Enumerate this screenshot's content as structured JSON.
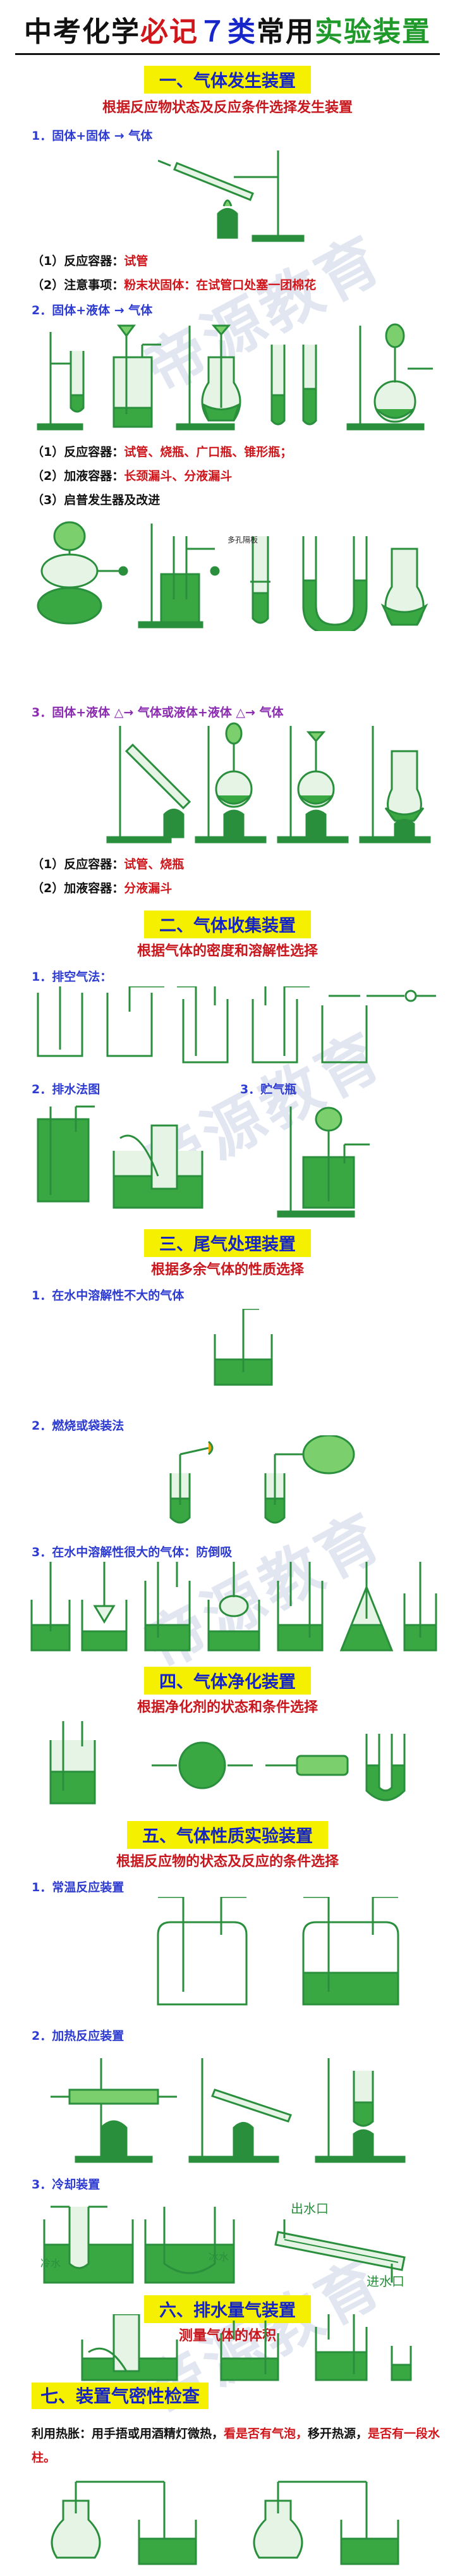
{
  "page": {
    "title_parts": [
      "中考化学",
      "必记",
      "７类",
      "常用",
      "实验装置"
    ]
  },
  "sections": [
    {
      "key": "s1",
      "heading": "一、气体发生装置",
      "subtitle": "根据反应物状态及反应条件选择发生装置"
    },
    {
      "key": "s2",
      "heading": "二、气体收集装置",
      "subtitle": "根据气体的密度和溶解性选择"
    },
    {
      "key": "s3",
      "heading": "三、尾气处理装置",
      "subtitle": "根据多余气体的性质选择"
    },
    {
      "key": "s4",
      "heading": "四、气体净化装置",
      "subtitle": "根据净化剂的状态和条件选择"
    },
    {
      "key": "s5",
      "heading": "五、气体性质实验装置",
      "subtitle": "根据反应物的状态及反应的条件选择"
    },
    {
      "key": "s6",
      "heading": "六、排水量气装置",
      "subtitle": "测量气体的体积"
    }
  ],
  "s1": {
    "sub1": "1．固体+固体 → 气体",
    "sub1_notes": {
      "n1_label": "（1）反应容器：",
      "n1_value": "试管",
      "n2_label": "（2）注意事项：",
      "n2_value": "粉末状固体：在试管口处塞一团棉花"
    },
    "sub2": "2．固体+液体 → 气体",
    "sub2_notes": {
      "n1_label": "（1）反应容器：",
      "n1_value": "试管、烧瓶、广口瓶、锥形瓶；",
      "n2_label": "（2）加液容器：",
      "n2_value": "长颈漏斗、分液漏斗",
      "n3_label": "（3）启普发生器及改进"
    },
    "kipp_label": "多孔隔板",
    "sub3": "3．固体+液体 △→ 气体或液体+液体 △→ 气体",
    "sub3_notes": {
      "n1_label": "（1）反应容器：",
      "n1_value": "试管、烧瓶",
      "n2_label": "（2）加液容器：",
      "n2_value": "分液漏斗"
    }
  },
  "s2": {
    "sub1": "1．排空气法：",
    "sub2": "2．排水法图",
    "sub3": "3．贮气瓶"
  },
  "s3": {
    "sub1": "1．在水中溶解性不大的气体",
    "sub2": "2．燃烧或袋装法",
    "sub3": "3．在水中溶解性很大的气体：防倒吸"
  },
  "s5": {
    "sub1": "1．常温反应装置",
    "sub2": "2．加热反应装置",
    "sub3": "3．冷却装置",
    "condenser_out": "出水口",
    "condenser_in": "进水口",
    "label_water_left": "冷水",
    "label_water_right": "冰水"
  },
  "s7": {
    "heading": "七、装置气密性检查",
    "lead": "利用热胀：用手捂或用酒精灯微热，",
    "q1": "看是否有气泡，",
    "mid": "移开热源，",
    "q2": "是否有一段水柱。"
  },
  "watermark": "帝源教育",
  "colors": {
    "apparatus": "#2a8f3c",
    "liquid": "#39a843",
    "heading_bg": "#f5ef00",
    "heading_text": "#1323c5",
    "accent_red": "#d0161b"
  }
}
